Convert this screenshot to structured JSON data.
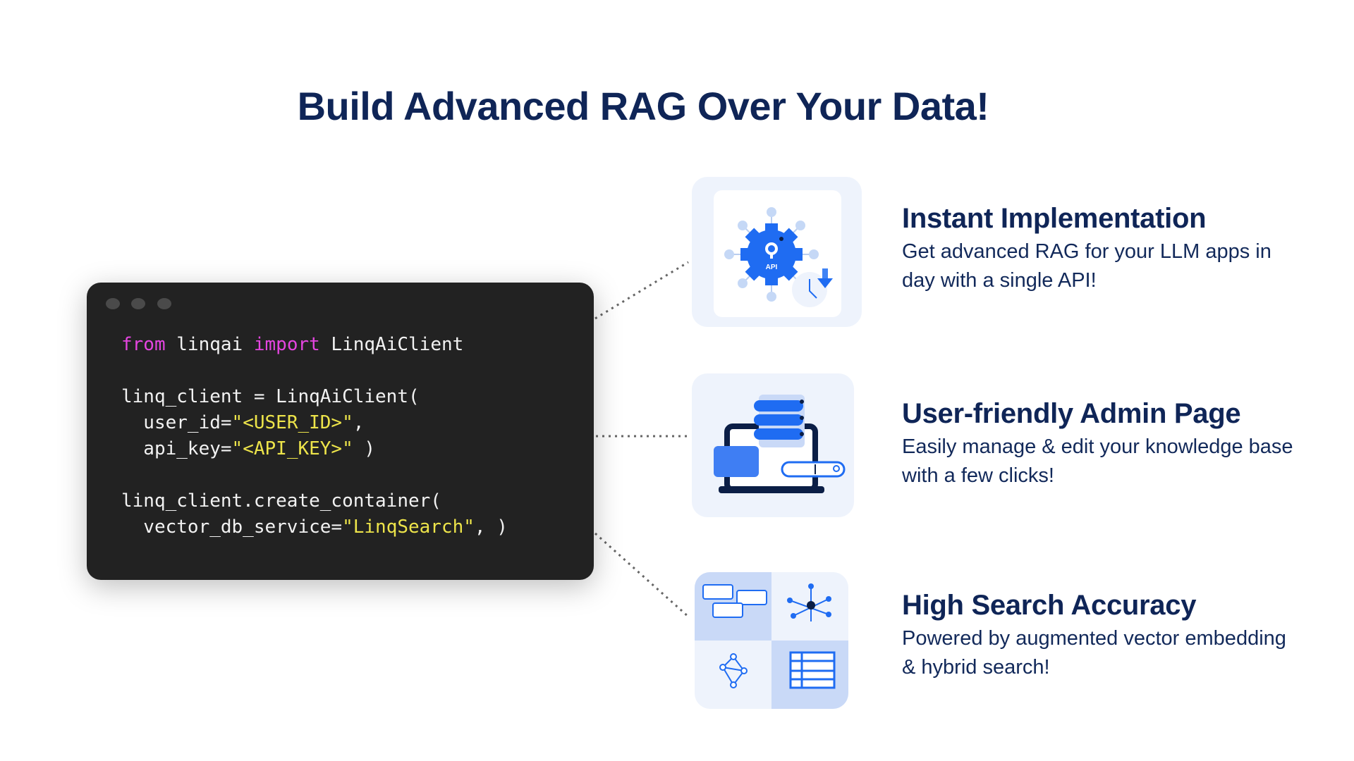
{
  "title": "Build Advanced RAG Over Your Data!",
  "code": {
    "line1": {
      "kw1": "from",
      "mod": " linqai ",
      "kw2": "import",
      "cls": " LinqAiClient"
    },
    "line2": "linq_client = LinqAiClient(",
    "line3": {
      "pre": "  user_id=",
      "str": "\"<USER_ID>\"",
      "post": ","
    },
    "line4": {
      "pre": "  api_key=",
      "str": "\"<API_KEY>\"",
      "post": " )"
    },
    "line5": "linq_client.create_container(",
    "line6": {
      "pre": "  vector_db_service=",
      "str": "\"LinqSearch\"",
      "post": ", )"
    }
  },
  "features": [
    {
      "title": "Instant Implementation",
      "desc": "Get advanced RAG for your LLM apps in day with a single API!",
      "icon_label": "API"
    },
    {
      "title": "User-friendly Admin Page",
      "desc": "Easily manage & edit your knowledge base with a few clicks!"
    },
    {
      "title": "High Search Accuracy",
      "desc": "Powered by augmented vector embedding & hybrid search!"
    }
  ],
  "colors": {
    "navy": "#0f2557",
    "blue": "#1f6cf2",
    "code_bg": "#222222",
    "keyword": "#e445e0",
    "string": "#ede44a"
  }
}
